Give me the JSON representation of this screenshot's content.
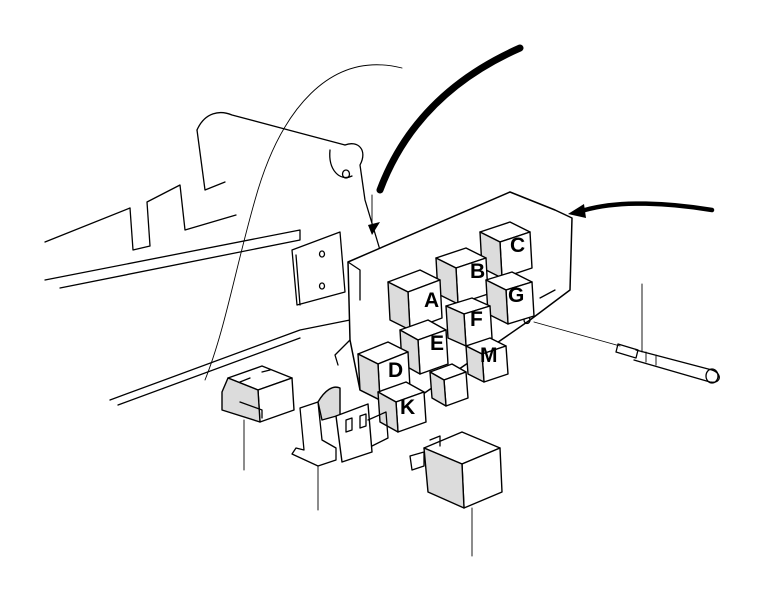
{
  "diagram": {
    "relay_positions": [
      {
        "id": "relay-a",
        "label": "A"
      },
      {
        "id": "relay-b",
        "label": "B"
      },
      {
        "id": "relay-c",
        "label": "C"
      },
      {
        "id": "relay-d",
        "label": "D"
      },
      {
        "id": "relay-e",
        "label": "E"
      },
      {
        "id": "relay-f",
        "label": "F"
      },
      {
        "id": "relay-g",
        "label": "G"
      },
      {
        "id": "relay-k",
        "label": "K"
      },
      {
        "id": "relay-m",
        "label": "M"
      }
    ],
    "colors": {
      "line": "#000000",
      "background": "#ffffff",
      "shade": "#dcdcdc"
    }
  }
}
